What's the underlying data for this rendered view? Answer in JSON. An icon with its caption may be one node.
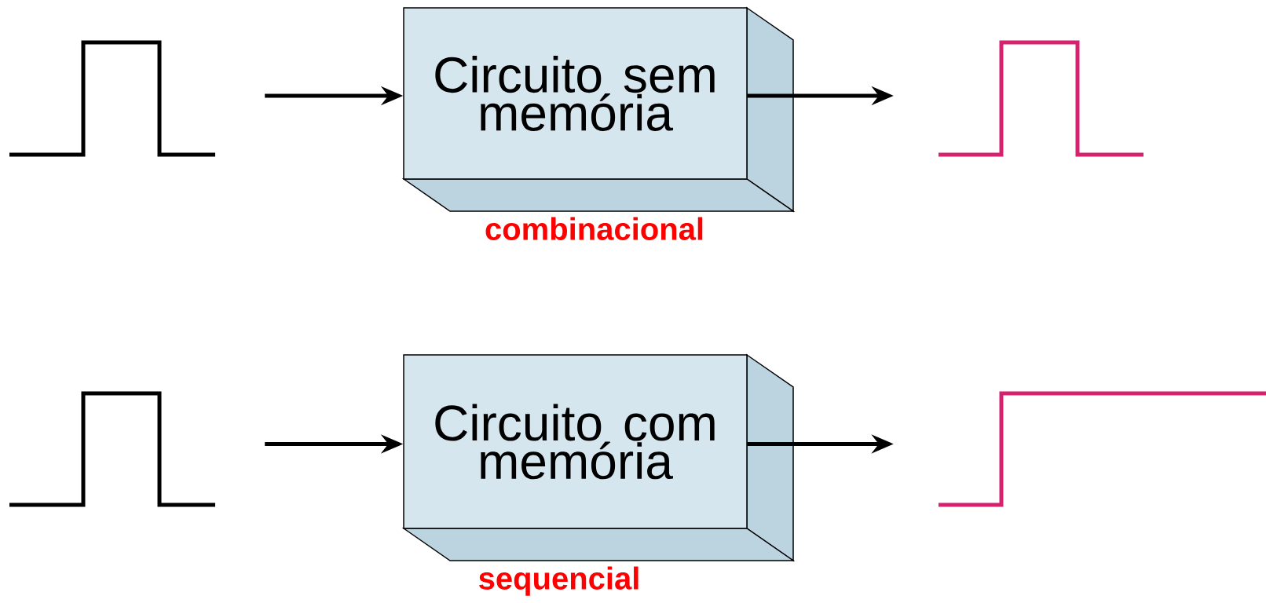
{
  "diagram": {
    "nodes": [
      {
        "text": [],
        "shape": "picture"
      },
      {
        "text": [
          "Circuito sem memória"
        ],
        "beside": [
          "combinacional"
        ]
      },
      {
        "text": [],
        "shape": "picture"
      },
      {
        "text": [],
        "shape": "picture"
      },
      {
        "text": [
          "Circuito com memória"
        ],
        "beside": [
          "sequencial"
        ]
      },
      {
        "text": [],
        "shape": "picture"
      }
    ],
    "edges": [
      {
        "from": 0,
        "to": 1,
        "arrow": "to"
      },
      {
        "from": 1,
        "to": 2,
        "arrow": "to"
      },
      {
        "from": 3,
        "to": 4,
        "arrow": "to"
      },
      {
        "from": 4,
        "to": 5,
        "arrow": "to"
      }
    ]
  }
}
